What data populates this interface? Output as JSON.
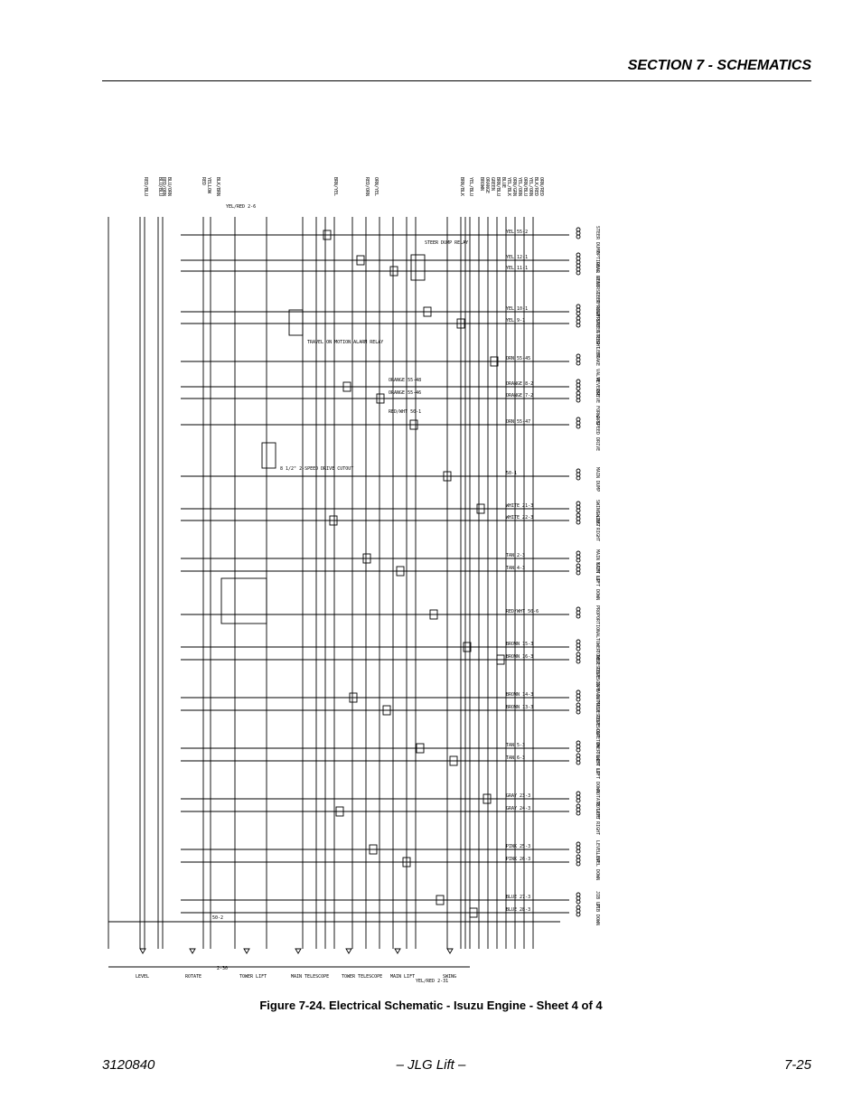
{
  "header": {
    "title": "SECTION 7 - SCHEMATICS"
  },
  "schematic": {
    "top_wires": [
      "ORN/RED",
      "BLK/RED",
      "YEL/ORN",
      "ORN/BLU",
      "YEL/ORN",
      "ORN/GRN",
      "YEL/BLK",
      "BLUE",
      "BRN/BLU",
      "GREEN",
      "ORANGE",
      "BROWN",
      "YEL/BLU",
      "BRN/BLK",
      "ORN/YEL",
      "RED/ORN",
      "BRN/YEL",
      "BLK/BRN",
      "YELLOW",
      "RED",
      "BLU/ORN",
      "RED/ORN",
      "BLU/BLU",
      "RED/BLU"
    ],
    "right_labels": [
      "YEL 55-2",
      "YEL 12-1",
      "YEL 11-1",
      "YEL 10-1",
      "YEL 9-1",
      "ORN 55-45",
      "ORANGE 8-2",
      "ORANGE 7-2",
      "ORN 55-47",
      "50-1",
      "WHITE 21-3",
      "WHITE 22-3",
      "TAN 2-3",
      "TAN 4-3",
      "RED/WHT 50-6",
      "BROWN 15-3",
      "BROWN 16-3",
      "BROWN 14-3",
      "BROWN 13-3",
      "TAN 5-3",
      "TAN 6-3",
      "GRAY 23-3",
      "GRAY 24-3",
      "PINK 25-3",
      "PINK 26-3",
      "BLUE 27-3",
      "BLUE 28-3"
    ],
    "valve_labels": [
      "STEER DUMP",
      "OPTIONAL REAR STEER RIGHT",
      "REAR STEER LEFT",
      "FRONT STEER RIGHT",
      "FRONT STEER LEFT",
      "BRAKE VALVE",
      "REVERSE",
      "DRIVE FORWARD",
      "2 SPEED DRIVE",
      "MAIN DUMP",
      "SWING LEFT",
      "SWING RIGHT",
      "MAIN LIFT UP",
      "MAIN LIFT DOWN",
      "PROPORTIONAL",
      "TOWER TELESCOPE IN",
      "TOWER TELESCOPE OUT",
      "MAIN TELESCOPE OUT",
      "MAIN TELESCOPE IN",
      "TOWER LIFT UP",
      "TOWER LIFT DOWN",
      "ROTATE LEFT",
      "ROTATE RIGHT",
      "LEVEL UP",
      "LEVEL DOWN",
      "JIB UP",
      "JIB DOWN"
    ],
    "bottom_labels": [
      "LEVEL",
      "ROTATE",
      "TOWER LIFT",
      "MAIN TELESCOPE",
      "TOWER TELESCOPE",
      "MAIN LIFT",
      "SWING"
    ],
    "misc": [
      "YEL/RED 2-6",
      "STEER DUMP RELAY",
      "TRAVEL ON MOTION ALARM RELAY",
      "8 1/2\" 2-SPEED DRIVE CUTOUT",
      "ORANGE 55-48",
      "ORANGE 55-46",
      "RED/WHT 50-1",
      "2-30",
      "50-2",
      "YEL/RED 2-31"
    ]
  },
  "caption": "Figure 7-24.  Electrical Schematic - Isuzu Engine - Sheet 4 of 4",
  "footer": {
    "left": "3120840",
    "center": "– JLG Lift –",
    "right": "7-25"
  }
}
